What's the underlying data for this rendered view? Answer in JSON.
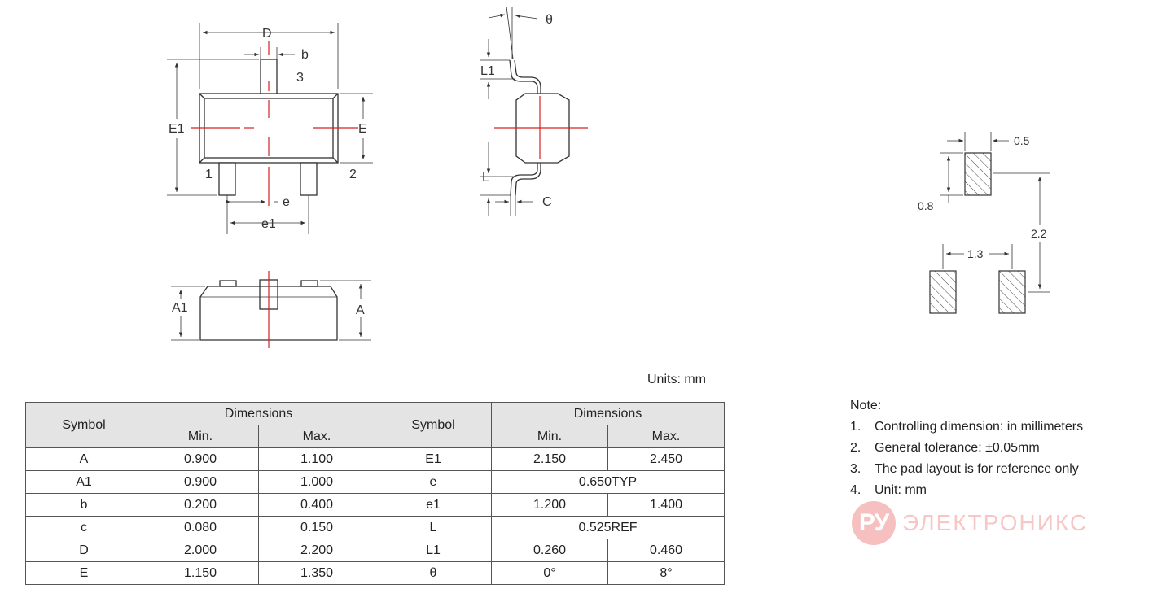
{
  "drawing_labels": {
    "D": "D",
    "b": "b",
    "pin3": "3",
    "E1": "E1",
    "E": "E",
    "pin1": "1",
    "pin2": "2",
    "e": "e",
    "e1": "e1",
    "A1": "A1",
    "A": "A",
    "theta": "θ",
    "L1": "L1",
    "L": "L",
    "C": "C",
    "pad_w": "0.5",
    "pad_h": "0.8",
    "pad_pitch_v": "2.2",
    "pad_pitch_h": "1.3"
  },
  "units_text": "Units:  mm",
  "table": {
    "left_symbol_header": "Symbol",
    "left_dim_header": "Dimensions",
    "right_symbol_header": "Symbol",
    "right_dim_header": "Dimensions",
    "min_label": "Min.",
    "max_label": "Max.",
    "rows": [
      {
        "s1": "A",
        "min1": "0.900",
        "max1": "1.100",
        "s2": "E1",
        "min2": "2.150",
        "max2": "2.450",
        "merged": false
      },
      {
        "s1": "A1",
        "min1": "0.900",
        "max1": "1.000",
        "s2": "e",
        "val2": "0.650TYP",
        "merged": true
      },
      {
        "s1": "b",
        "min1": "0.200",
        "max1": "0.400",
        "s2": "e1",
        "min2": "1.200",
        "max2": "1.400",
        "merged": false
      },
      {
        "s1": "c",
        "min1": "0.080",
        "max1": "0.150",
        "s2": "L",
        "val2": "0.525REF",
        "merged": true
      },
      {
        "s1": "D",
        "min1": "2.000",
        "max1": "2.200",
        "s2": "L1",
        "min2": "0.260",
        "max2": "0.460",
        "merged": false
      },
      {
        "s1": "E",
        "min1": "1.150",
        "max1": "1.350",
        "s2": "θ",
        "min2": "0°",
        "max2": "8°",
        "merged": false
      }
    ]
  },
  "notes": {
    "title": "Note:",
    "items": [
      {
        "num": "1.",
        "text": "Controlling dimension: in millimeters"
      },
      {
        "num": "2.",
        "text": "General tolerance:  ±0.05mm"
      },
      {
        "num": "3.",
        "text": "The pad layout is for reference only"
      },
      {
        "num": "4.",
        "text": "Unit: mm"
      }
    ]
  },
  "watermark": {
    "badge": "РУ",
    "word": "ЭЛЕКТРОНИКС"
  },
  "colors": {
    "centerline": "#d62020",
    "line": "#333333",
    "header_bg": "#e4e4e4",
    "watermark": "#ef8e8e"
  }
}
